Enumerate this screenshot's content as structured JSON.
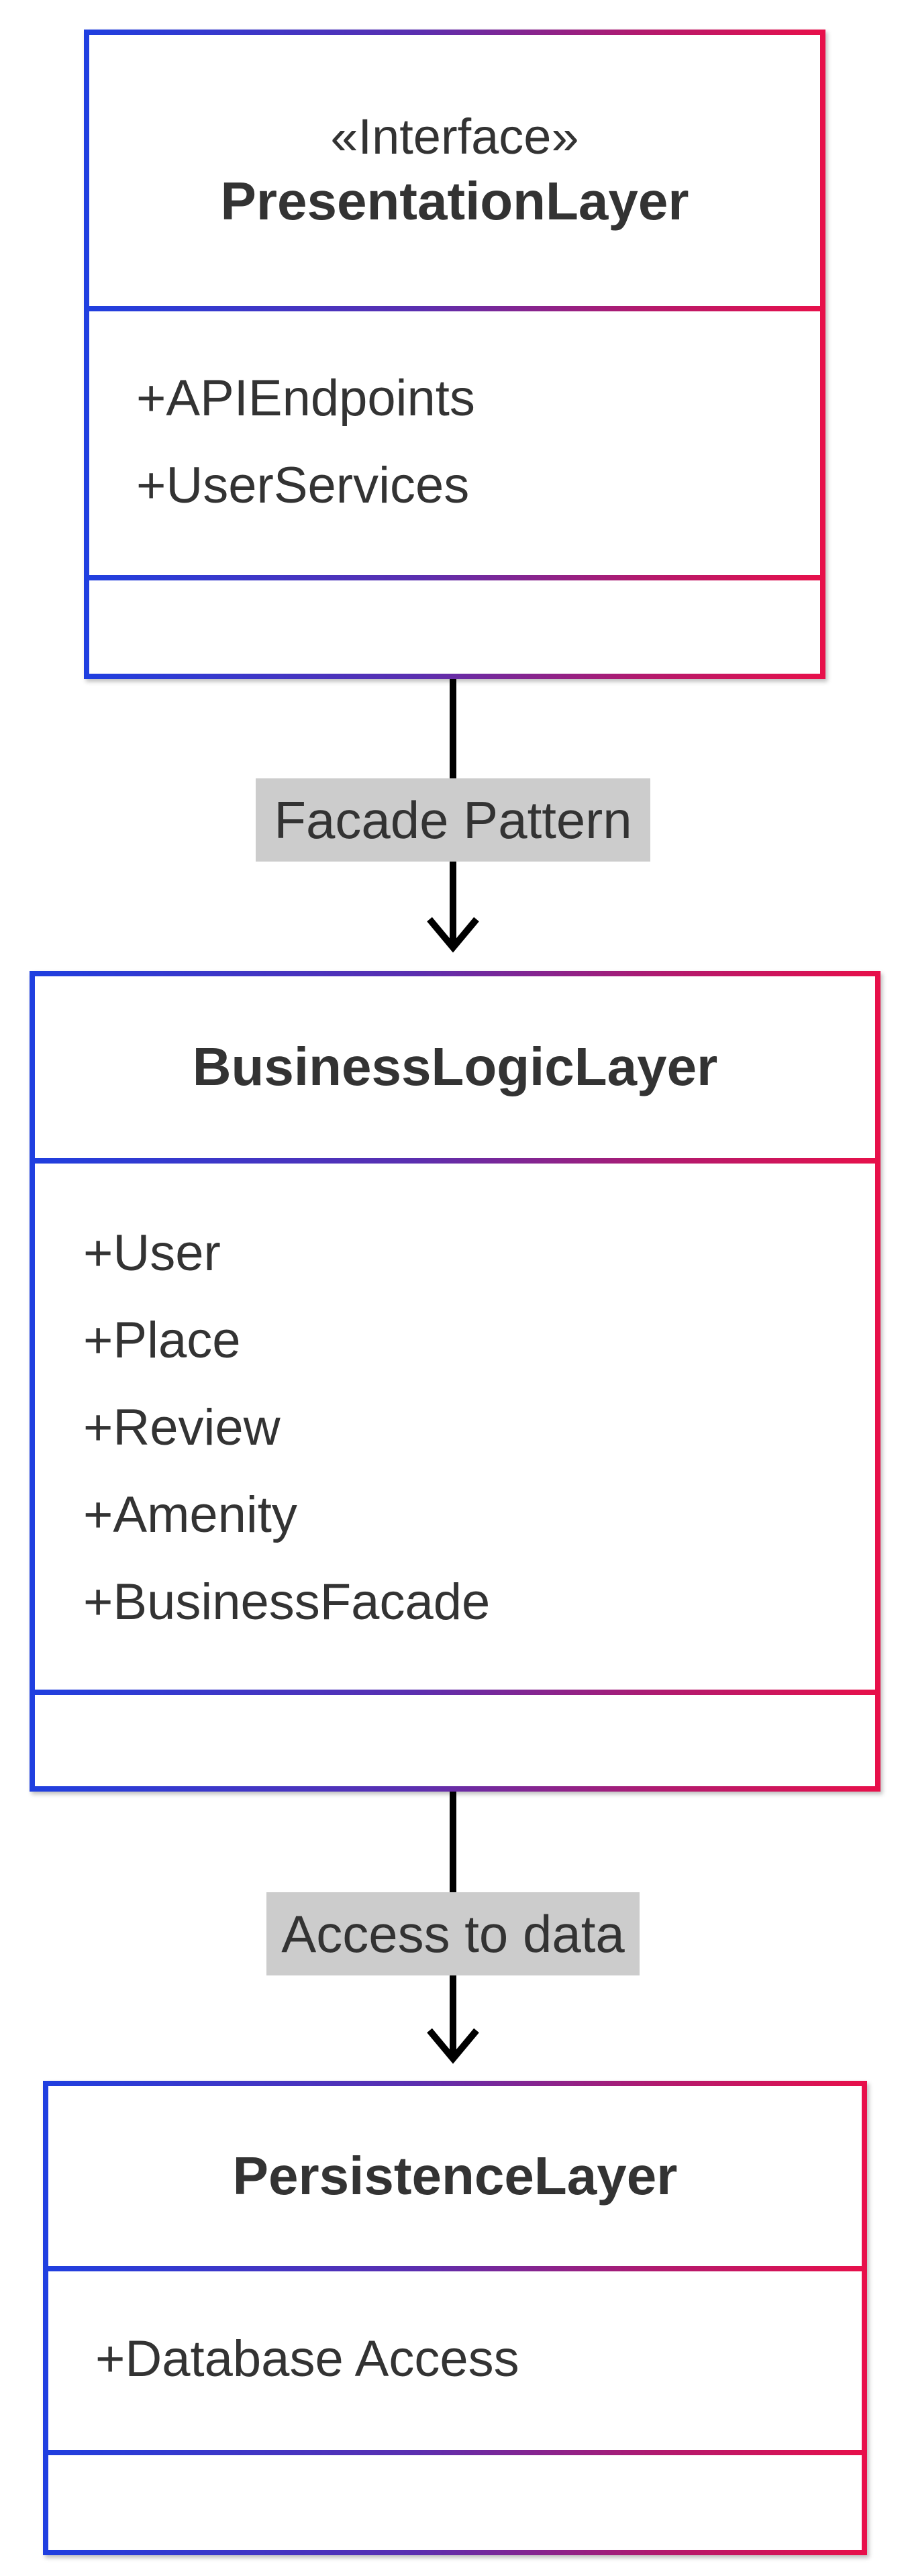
{
  "diagram": {
    "classes": [
      {
        "stereotype": "«Interface»",
        "name": "PresentationLayer",
        "members": [
          "+APIEndpoints",
          "+UserServices"
        ]
      },
      {
        "name": "BusinessLogicLayer",
        "members": [
          "+User",
          "+Place",
          "+Review",
          "+Amenity",
          "+BusinessFacade"
        ]
      },
      {
        "name": "PersistenceLayer",
        "members": [
          "+Database Access"
        ]
      }
    ],
    "relations": [
      {
        "from": "PresentationLayer",
        "to": "BusinessLogicLayer",
        "label": "Facade Pattern"
      },
      {
        "from": "BusinessLogicLayer",
        "to": "PersistenceLayer",
        "label": "Access to data"
      }
    ],
    "colors": {
      "border_gradient_start": "#1f3fe0",
      "border_gradient_end": "#e8104a",
      "edge": "#000000",
      "edge_label_background": "#cccccc",
      "text": "#333333"
    }
  }
}
